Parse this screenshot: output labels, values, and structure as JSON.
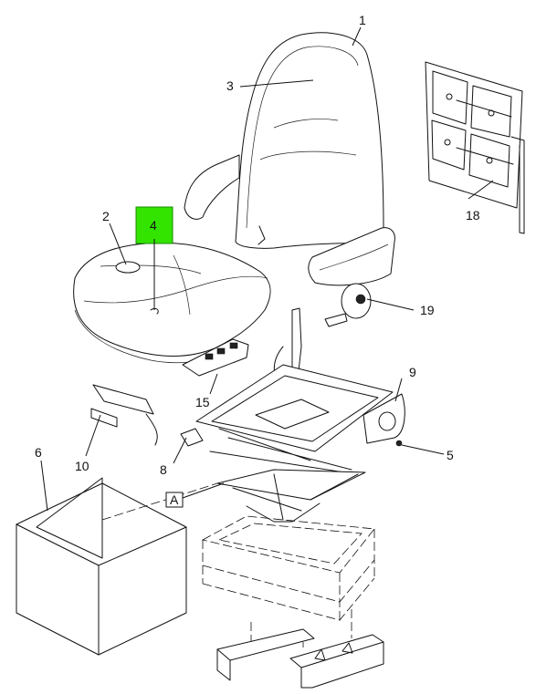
{
  "callouts": {
    "c1": "1",
    "c2": "2",
    "c3": "3",
    "c4": "4",
    "c5": "5",
    "c6": "6",
    "c8": "8",
    "c9": "9",
    "c10": "10",
    "c15": "15",
    "c18": "18",
    "c19": "19",
    "cA": "A"
  },
  "colors": {
    "highlight": "#33e400",
    "line": "#111111",
    "background": "#ffffff"
  }
}
